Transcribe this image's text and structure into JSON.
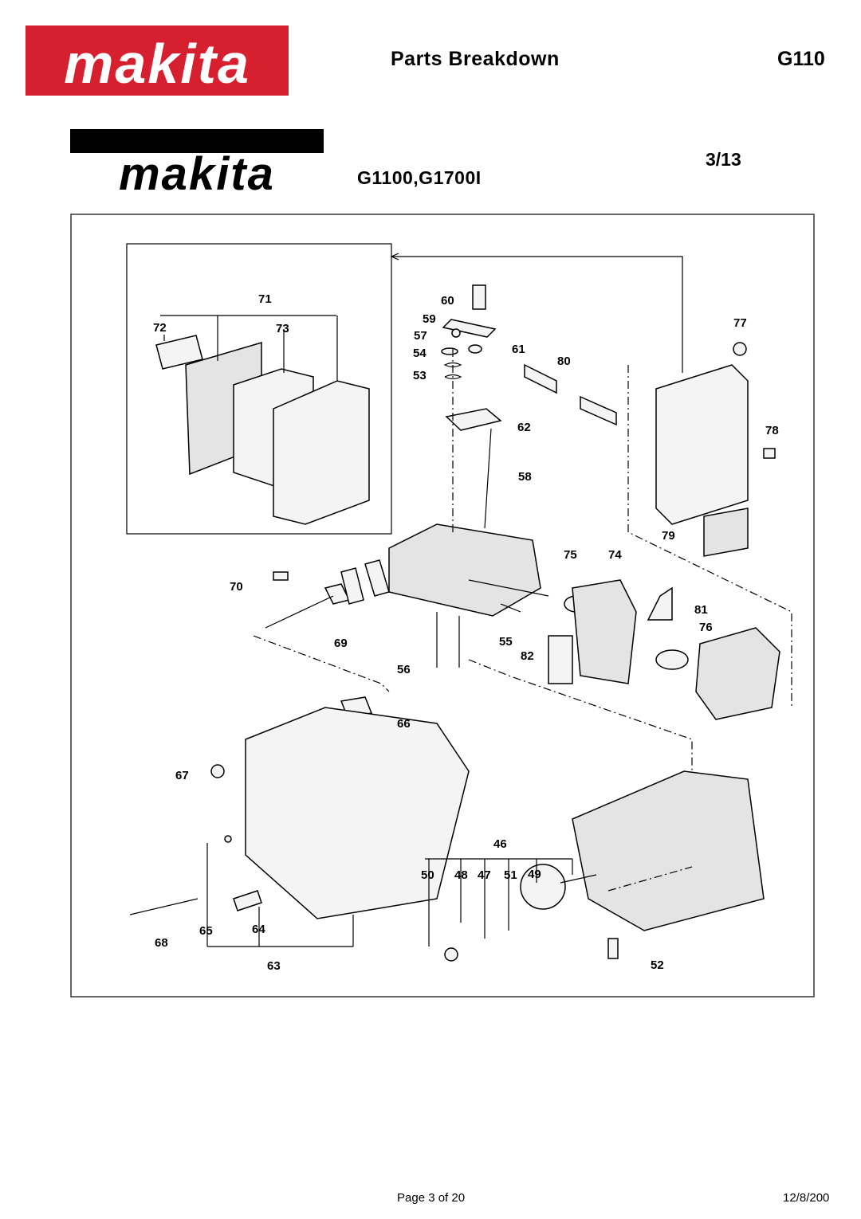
{
  "header": {
    "brand_logo": "makita",
    "brand_color": "#d7202f",
    "title": "Parts Breakdown",
    "model": "G110"
  },
  "subheader": {
    "brand_logo": "makita",
    "models": "G1100,G1700I",
    "sheet": "3/13"
  },
  "diagram": {
    "part_numbers": [
      "46",
      "47",
      "48",
      "49",
      "50",
      "51",
      "52",
      "53",
      "54",
      "55",
      "56",
      "57",
      "58",
      "59",
      "60",
      "61",
      "62",
      "63",
      "64",
      "65",
      "66",
      "67",
      "68",
      "69",
      "70",
      "71",
      "72",
      "73",
      "74",
      "75",
      "76",
      "77",
      "78",
      "79",
      "80",
      "81",
      "82"
    ]
  },
  "footer": {
    "page": "Page 3 of 20",
    "date": "12/8/200"
  }
}
